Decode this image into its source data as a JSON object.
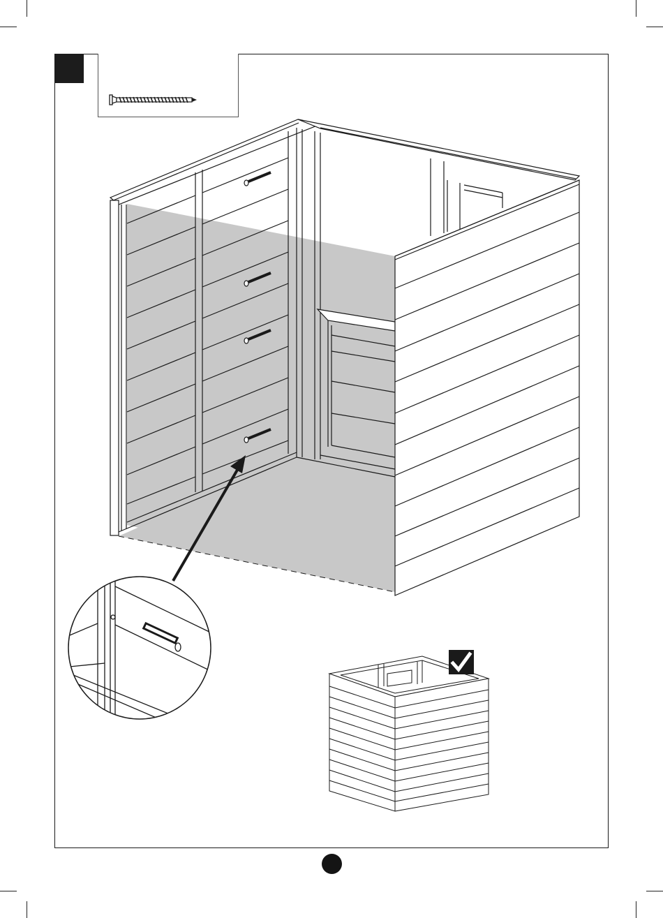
{
  "page": {
    "step_number": "",
    "page_number": "",
    "colors": {
      "ink": "#1a1a1a",
      "shade": "#c8c8c8",
      "paper": "#ffffff"
    }
  },
  "parts_box": {
    "icon": "screw-icon",
    "quantity": ""
  },
  "main_illustration": {
    "icon": "shed-walls-assembly",
    "screws_count": 4
  },
  "detail_callout": {
    "icon": "magnified-screw-detail"
  },
  "check_badge": {
    "icon": "checkmark-icon"
  }
}
